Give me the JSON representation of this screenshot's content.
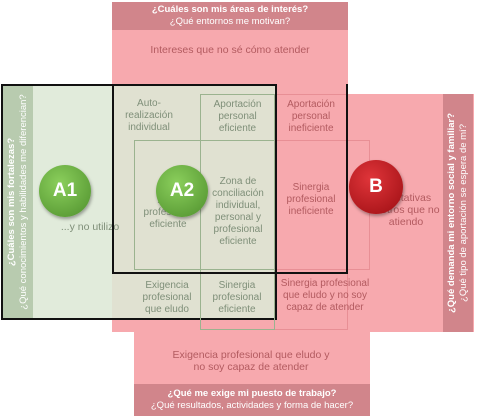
{
  "top": {
    "q1": "¿Cuáles son mis áreas de interés?",
    "q2": "¿Qué entornos me motivan?",
    "main": "Intereses que no sé cómo atender"
  },
  "right": {
    "q1": "¿Qué demanda mi entorno social y familiar?",
    "q2": "¿Qué tipo de aportación se espera de mí?",
    "main_fragment": "...ectativas ...otros que no atiendo"
  },
  "bottom": {
    "q1": "¿Qué me exige mi puesto de trabajo?",
    "q2": "¿Qué resultados, actividades y forma de hacer?",
    "main": "Exigencia profesional que eludo y no soy capaz de atender"
  },
  "left": {
    "q1": "¿Cuáles son mis fortalezas?",
    "q2": "¿Qué conocimientos y habilidades me diferencian?",
    "main_fragment": "...y no utilizo"
  },
  "cells": {
    "auto": "Auto-realización individual",
    "aport_eff": "Aportación personal eficiente",
    "aport_ineff": "Aportación personal ineficiente",
    "ap_eff_left": "Ap... profesional eficiente",
    "zona": "Zona de conciliación individual, personal y profesional eficiente",
    "sinergia_ineff": "Sinergia profesional ineficiente",
    "exig_eludo": "Exigencia profesional que eludo",
    "sinergia_eff": "Sinergia profesional eficiente",
    "sinergia_eludo": "Sinergia profesional que eludo y no soy capaz de atender"
  },
  "badges": {
    "a1": "A1",
    "a2": "A2",
    "b": "B"
  },
  "colors": {
    "pink": "#f7a9ae",
    "pink_banner": "#d1858b",
    "green_fill": "#dfe9d8",
    "green_badge": "#5fa13a",
    "red_badge": "#c0141b"
  }
}
